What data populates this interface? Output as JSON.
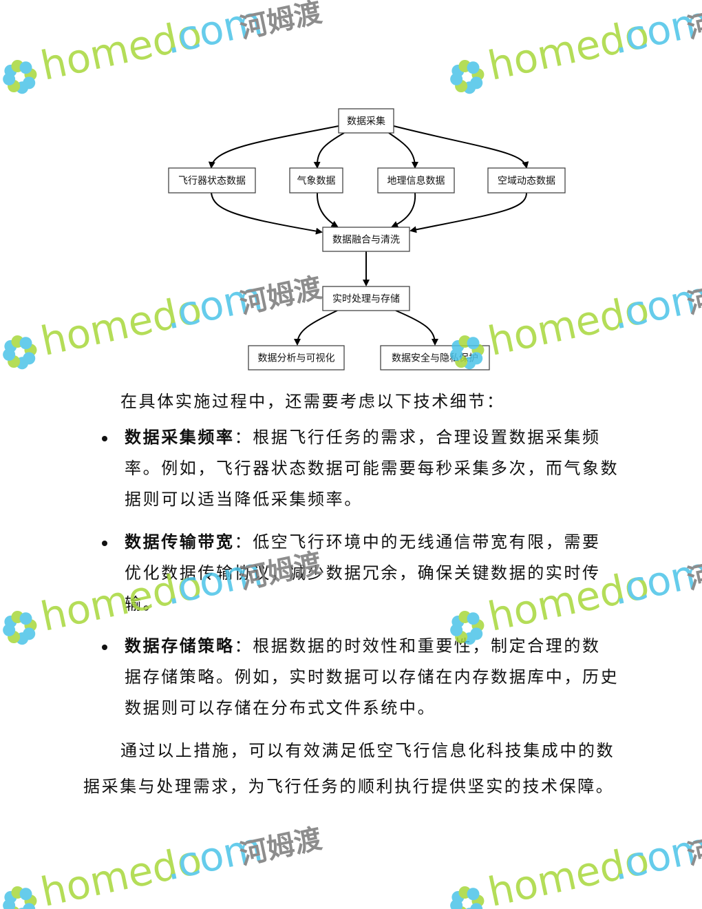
{
  "diagram": {
    "nodes": {
      "collect": "数据采集",
      "aircraft": "飞行器状态数据",
      "weather": "气象数据",
      "geo": "地理信息数据",
      "airspace": "空域动态数据",
      "fusion": "数据融合与清洗",
      "realtime": "实时处理与存储",
      "analysis": "数据分析与可视化",
      "security": "数据安全与隐私保护"
    }
  },
  "intro": "在具体实施过程中，还需要考虑以下技术细节：",
  "bullets": [
    {
      "label": "数据采集频率",
      "lines": [
        "：根据飞行任务的需求，合理设置数据采集频",
        "率。例如，飞行器状态数据可能需要每秒采集多次，而气象数",
        "据则可以适当降低采集频率。"
      ]
    },
    {
      "label": "数据传输带宽",
      "lines": [
        "：低空飞行环境中的无线通信带宽有限，需要",
        "优化数据传输协议，减少数据冗余，确保关键数据的实时传",
        "输。"
      ]
    },
    {
      "label": "数据存储策略",
      "lines": [
        "：根据数据的时效性和重要性，制定合理的数",
        "据存储策略。例如，实时数据可以存储在内存数据库中，历史",
        "数据则可以存储在分布式文件系统中。"
      ]
    }
  ],
  "conclusion": [
    "通过以上措施，可以有效满足低空飞行信息化科技集成中的数",
    "据采集与处理需求，为飞行任务的顺利执行提供坚实的技术保障。"
  ],
  "watermark": {
    "brand": "homedo",
    "domain": ".com",
    "cn": "河姆渡",
    "colors": {
      "green": "#a8d83c",
      "blue": "#4cc4e8",
      "gray": "#7a7a7a"
    }
  }
}
